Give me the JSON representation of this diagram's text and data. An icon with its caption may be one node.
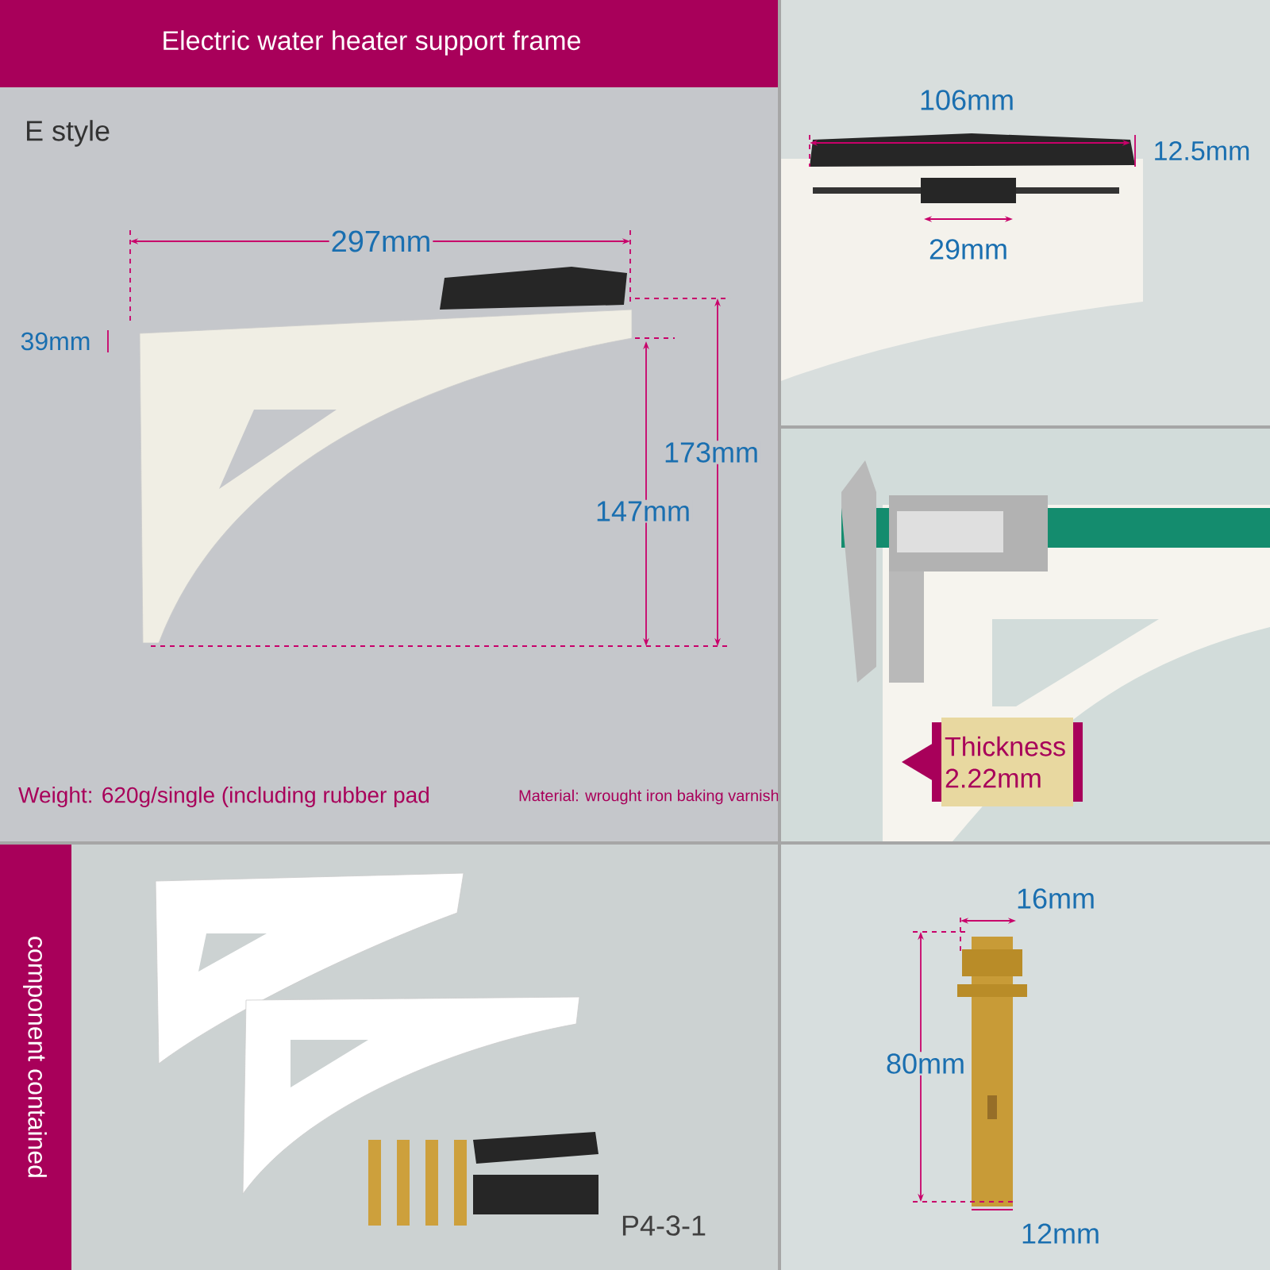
{
  "diagram": {
    "title": "Electric water heater support frame",
    "nodes": [
      {
        "text": [
          "component contained"
        ]
      },
      {
        "text": [
          "Thickness 2.22mm"
        ]
      }
    ],
    "labels": [
      "E style",
      "297mm",
      "39mm",
      "173mm",
      "147mm",
      "Weight: 620g/single (including rubber pad",
      "Material: wrought iron baking varnish",
      "106mm",
      "12.5mm",
      "29mm",
      "P4-3-1",
      "16mm",
      "80mm",
      "12mm"
    ]
  }
}
